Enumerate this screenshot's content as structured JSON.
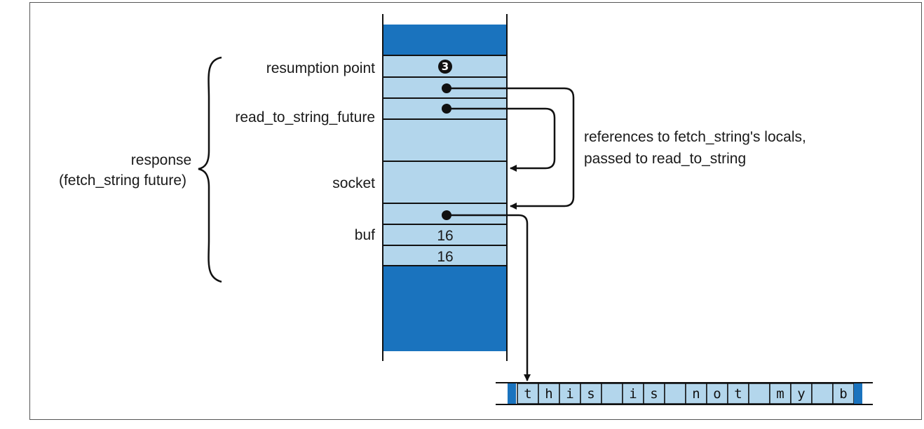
{
  "colors": {
    "dark_block": "#1a73be",
    "light_cell": "#b3d6ec",
    "line": "#111111"
  },
  "labels": {
    "resumption_point": "resumption point",
    "read_to_string_future": "read_to_string_future",
    "socket": "socket",
    "buf": "buf",
    "response_line1": "response",
    "response_line2": "(fetch_string future)",
    "annotation_line1": "references to fetch_string's locals,",
    "annotation_line2": "passed to read_to_string"
  },
  "cells": {
    "marker": "3",
    "buf_value_1": "16",
    "buf_value_2": "16"
  },
  "buffer": {
    "chars": [
      "t",
      "h",
      "i",
      "s",
      "",
      "i",
      "s",
      "",
      "n",
      "o",
      "t",
      "",
      "m",
      "y",
      "",
      "b"
    ]
  }
}
